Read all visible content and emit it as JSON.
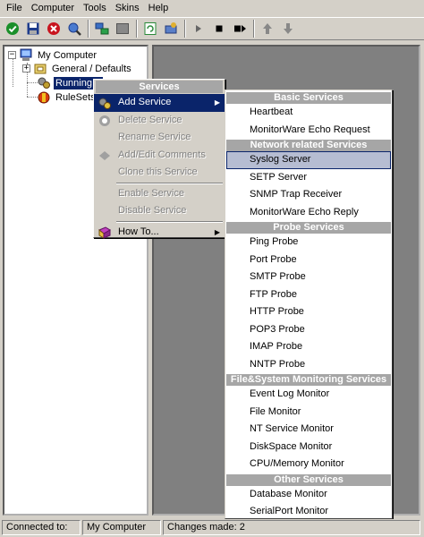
{
  "menubar": {
    "items": [
      "File",
      "Computer",
      "Tools",
      "Skins",
      "Help"
    ]
  },
  "toolbar": {
    "buttons": [
      "go-icon",
      "save-icon",
      "stop-red-icon",
      "tools-icon",
      "network-icon",
      "panel-icon",
      "refresh-icon",
      "config-icon",
      "play-icon",
      "stop-icon",
      "step-icon",
      "up-arrow-icon",
      "down-arrow-icon"
    ]
  },
  "tree": {
    "root": "My Computer",
    "general": "General / Defaults",
    "running": "Running S",
    "rulesets": "RuleSets"
  },
  "context_menu": {
    "header": "Services",
    "add_service": "Add Service",
    "delete_service": "Delete Service",
    "rename_service": "Rename Service",
    "add_edit_comments": "Add/Edit Comments",
    "clone_service": "Clone this Service",
    "enable_service": "Enable Service",
    "disable_service": "Disable Service",
    "how_to": "How To..."
  },
  "submenu": {
    "groups": [
      {
        "header": "Basic Services",
        "items": [
          "Heartbeat",
          "MonitorWare Echo Request"
        ]
      },
      {
        "header": "Network related Services",
        "items": [
          "Syslog Server",
          "SETP Server",
          "SNMP Trap Receiver",
          "MonitorWare Echo Reply"
        ]
      },
      {
        "header": "Probe Services",
        "items": [
          "Ping Probe",
          "Port Probe",
          "SMTP Probe",
          "FTP Probe",
          "HTTP Probe",
          "POP3 Probe",
          "IMAP Probe",
          "NNTP Probe"
        ]
      },
      {
        "header": "File&System Monitoring Services",
        "items": [
          "Event Log Monitor",
          "File Monitor",
          "NT Service Monitor",
          "DiskSpace Monitor",
          "CPU/Memory Monitor"
        ]
      },
      {
        "header": "Other Services",
        "items": [
          "Database Monitor",
          "SerialPort Monitor"
        ]
      }
    ],
    "highlighted": "Syslog Server"
  },
  "statusbar": {
    "connected_label": "Connected to:",
    "computer": "My Computer",
    "changes": "Changes made: 2"
  },
  "colors": {
    "menu_highlight": "#0a246a",
    "group_header": "#a6a6a6",
    "submenu_highlight": "#b6bdd2",
    "pane_bg": "#808080"
  }
}
